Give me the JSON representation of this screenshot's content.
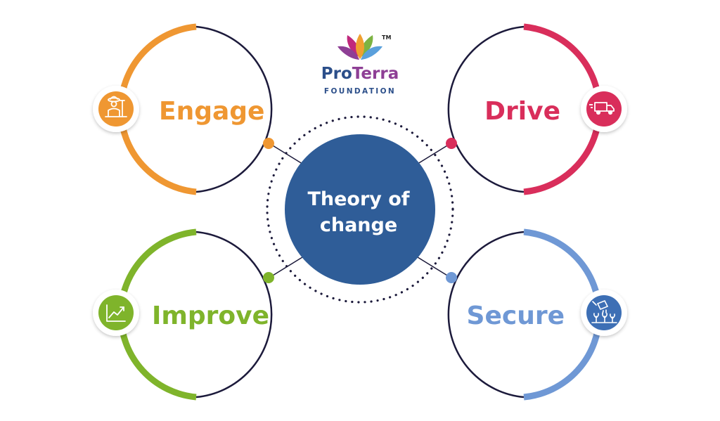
{
  "logo": {
    "name_part1": "Pro",
    "name_part2": "Terra",
    "subtitle": "FOUNDATION",
    "trademark": "TM",
    "colors": {
      "name_part1": "#2c4f8a",
      "name_part2": "#8e3f95"
    }
  },
  "center": {
    "line1": "Theory of",
    "line2": "change",
    "color": "#2f5d98"
  },
  "ring_outline_color": "#1c1a3b",
  "nodes": {
    "engage": {
      "label": "Engage",
      "color": "#ef9732",
      "icon": "farmer-icon"
    },
    "drive": {
      "label": "Drive",
      "color": "#d92e5b",
      "icon": "delivery-truck-icon"
    },
    "improve": {
      "label": "Improve",
      "color": "#7fb42b",
      "icon": "growth-chart-icon"
    },
    "secure": {
      "label": "Secure",
      "color": "#6f98d5",
      "icon": "watering-plants-icon"
    }
  }
}
